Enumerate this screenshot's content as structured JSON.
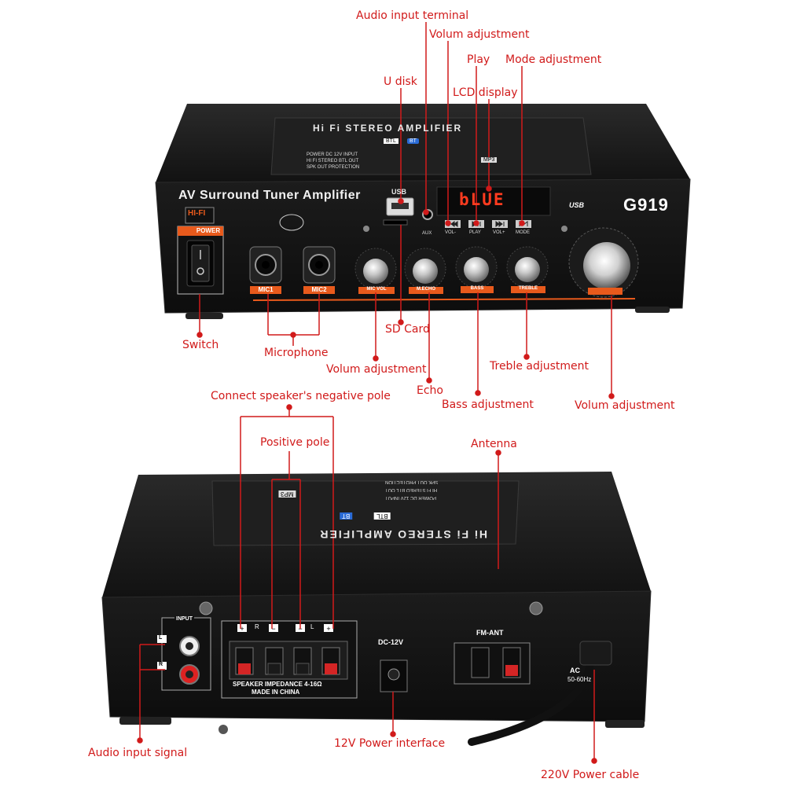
{
  "front_panel": {
    "banner_title": "Hi Fi STEREO AMPLIFIER",
    "banner_lines": [
      "POWER DC 12V INPUT",
      "HI FI STEREO BTL OUT",
      "SPK OUT PROTECTION"
    ],
    "banner_badges": [
      "BTL",
      "BT",
      "MP3"
    ],
    "title": "AV Surround Tuner  Amplifier",
    "model": "G919",
    "hifi_badge": "HI-FI",
    "power_label": "POWER",
    "usb_label": "USB",
    "usb_logo": "USB",
    "aux_label": "AUX",
    "lcd_text": "bLUE",
    "button_labels": [
      "VOL-",
      "PLAY",
      "VOL+",
      "MODE"
    ],
    "mic_labels": [
      "MIC1",
      "MIC2"
    ],
    "knob_labels": [
      "MIC VOL",
      "M.ECHO",
      "BASS",
      "TREBLE"
    ]
  },
  "back_panel": {
    "banner_title": "Hi Fi STEREO AMPLIFIER",
    "banner_lines": [
      "POWER DC 12V INPUT",
      "HI FI STEREO BTL OUT",
      "SPK OUT PROTECTION"
    ],
    "banner_badges": [
      "BTL",
      "BT",
      "MP3"
    ],
    "input_label": "INPUT",
    "channel_labels": [
      "L",
      "R"
    ],
    "speaker_labels": [
      "R",
      "L"
    ],
    "impedance_text": "SPEAKER IMPEDANCE 4-16Ω",
    "made_in": "MADE IN CHINA",
    "dc_label": "DC-12V",
    "fm_label": "FM-ANT",
    "ac_label": "AC",
    "ac_sub": "50-60Hz"
  },
  "callouts": {
    "audio_input_terminal": "Audio input terminal",
    "volum_adjustment_top": "Volum adjustment",
    "play": "Play",
    "mode_adjustment": "Mode adjustment",
    "u_disk": "U disk",
    "lcd_display": "LCD display",
    "switch": "Switch",
    "microphone": "Microphone",
    "sd_card": "SD Card",
    "volume_adjustment": "Volum adjustment",
    "echo": "Echo",
    "bass_adjustment": "Bass adjustment",
    "treble_adjustment": "Treble adjustment",
    "volum_adjustment_right": "Volum adjustment",
    "negative_pole": "Connect speaker's negative pole",
    "positive_pole": "Positive pole",
    "antenna": "Antenna",
    "audio_input_signal": "Audio input signal",
    "power_interface": "12V Power interface",
    "power_cable": "220V Power cable"
  },
  "colors": {
    "callout_red": "#d11a1a",
    "chassis": "#151515",
    "accent_orange": "#e85a1c",
    "lcd_red": "#ff3b1f"
  }
}
